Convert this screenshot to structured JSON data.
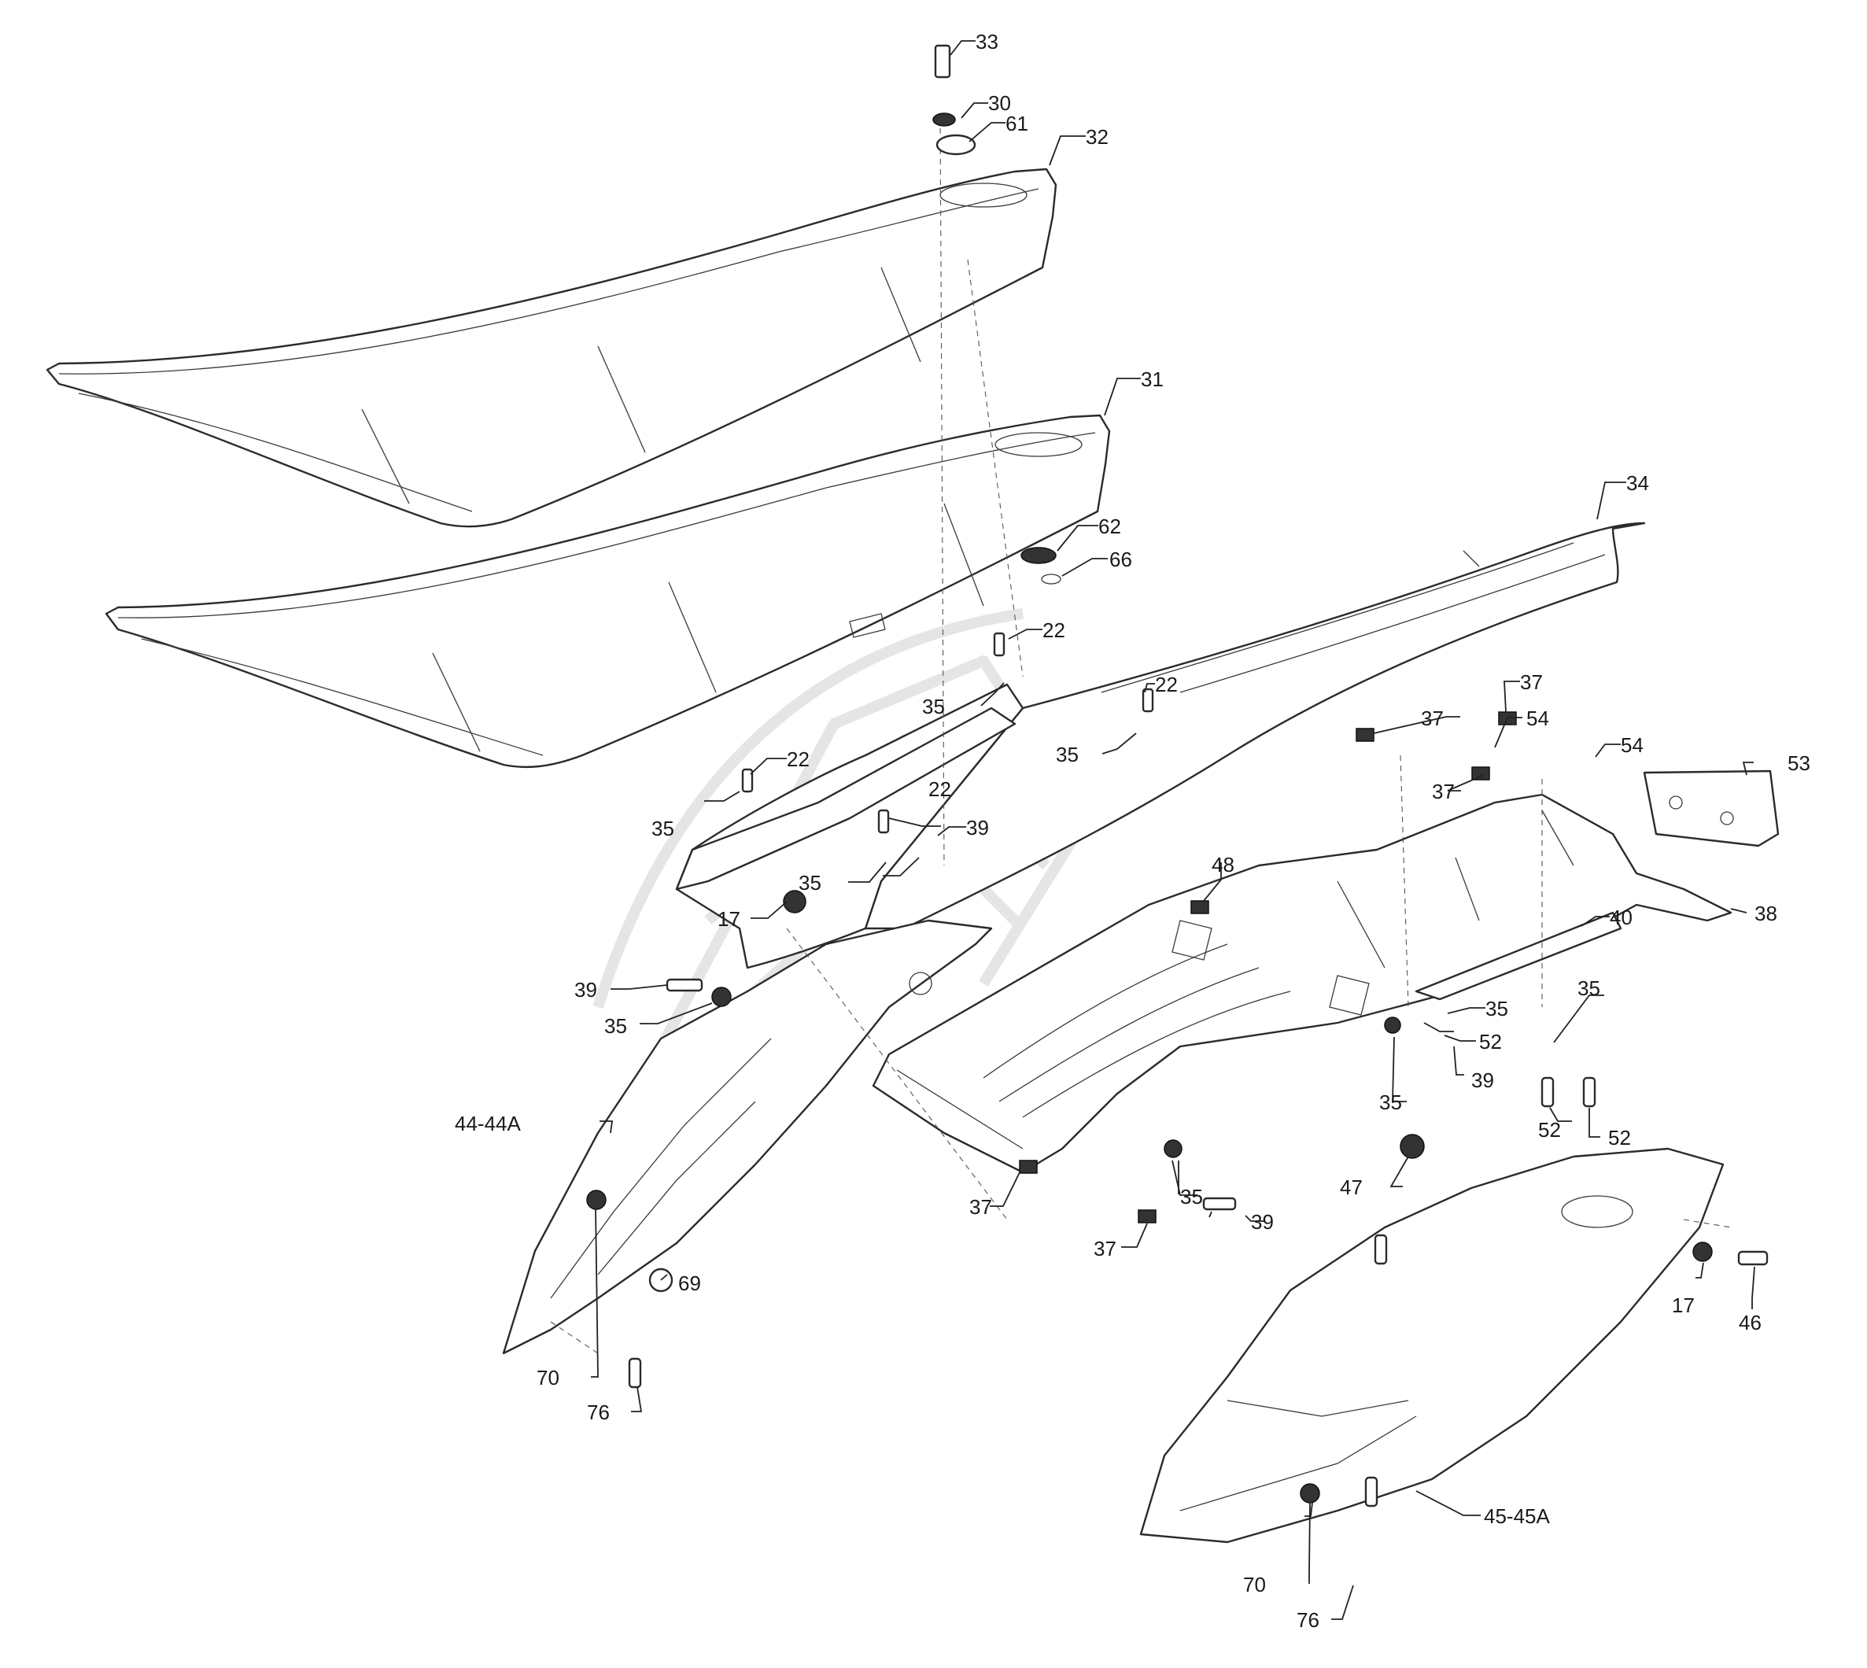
{
  "labels": [
    {
      "id": "33a",
      "text": "33"
    },
    {
      "id": "30a",
      "text": "30"
    },
    {
      "id": "61a",
      "text": "61"
    },
    {
      "id": "32a",
      "text": "32"
    },
    {
      "id": "31a",
      "text": "31"
    },
    {
      "id": "34a",
      "text": "34"
    },
    {
      "id": "62a",
      "text": "62"
    },
    {
      "id": "66a",
      "text": "66"
    },
    {
      "id": "22a",
      "text": "22"
    },
    {
      "id": "22b",
      "text": "22"
    },
    {
      "id": "22c",
      "text": "22"
    },
    {
      "id": "22d",
      "text": "22"
    },
    {
      "id": "35a",
      "text": "35"
    },
    {
      "id": "35b",
      "text": "35"
    },
    {
      "id": "35c",
      "text": "35"
    },
    {
      "id": "35d",
      "text": "35"
    },
    {
      "id": "35e",
      "text": "35"
    },
    {
      "id": "35f",
      "text": "35"
    },
    {
      "id": "35g",
      "text": "35"
    },
    {
      "id": "35h",
      "text": "35"
    },
    {
      "id": "35i",
      "text": "35"
    },
    {
      "id": "37a",
      "text": "37"
    },
    {
      "id": "37b",
      "text": "37"
    },
    {
      "id": "37c",
      "text": "37"
    },
    {
      "id": "37d",
      "text": "37"
    },
    {
      "id": "37e",
      "text": "37"
    },
    {
      "id": "54a",
      "text": "54"
    },
    {
      "id": "54b",
      "text": "54"
    },
    {
      "id": "53a",
      "text": "53"
    },
    {
      "id": "39a",
      "text": "39"
    },
    {
      "id": "39b",
      "text": "39"
    },
    {
      "id": "39c",
      "text": "39"
    },
    {
      "id": "39d",
      "text": "39"
    },
    {
      "id": "48a",
      "text": "48"
    },
    {
      "id": "38a",
      "text": "38"
    },
    {
      "id": "40a",
      "text": "40"
    },
    {
      "id": "17a",
      "text": "17"
    },
    {
      "id": "17b",
      "text": "17"
    },
    {
      "id": "52a",
      "text": "52"
    },
    {
      "id": "52b",
      "text": "52"
    },
    {
      "id": "52c",
      "text": "52"
    },
    {
      "id": "44a",
      "text": "44-44A"
    },
    {
      "id": "45a",
      "text": "45-45A"
    },
    {
      "id": "47a",
      "text": "47"
    },
    {
      "id": "69a",
      "text": "69"
    },
    {
      "id": "70a",
      "text": "70"
    },
    {
      "id": "70b",
      "text": "70"
    },
    {
      "id": "76a",
      "text": "76"
    },
    {
      "id": "76b",
      "text": "76"
    },
    {
      "id": "46a",
      "text": "46"
    }
  ]
}
